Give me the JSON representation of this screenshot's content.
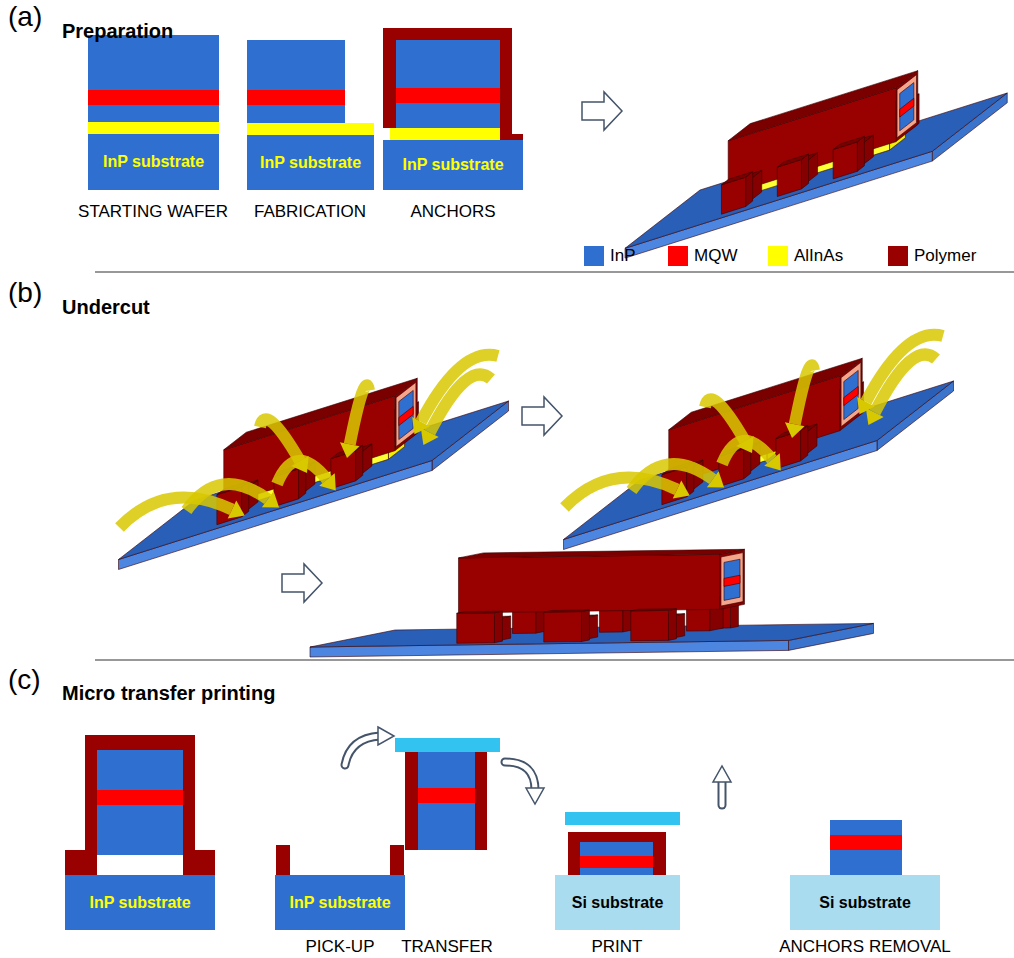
{
  "diagram": {
    "nodes": [
      {
        "text": [
          "InP substrate"
        ]
      },
      {
        "text": [
          "InP substrate"
        ]
      },
      {
        "text": [
          "InP substrate"
        ]
      },
      {
        "text": [
          "InP substrate"
        ]
      },
      {
        "text": [
          "InP substrate"
        ]
      },
      {
        "text": [
          "Si substrate"
        ]
      },
      {
        "text": [
          "Si substrate"
        ]
      }
    ],
    "labels": [
      "(a)",
      "Preparation",
      "STARTING WAFER",
      "FABRICATION",
      "ANCHORS",
      "(b)",
      "Undercut",
      "(c)",
      "Micro transfer printing",
      "PICK-UP",
      "TRANSFER",
      "PRINT",
      "ANCHORS REMOVAL"
    ],
    "legend": [
      {
        "text": "InP",
        "color": "#2e6fd0"
      },
      {
        "text": "MQW",
        "color": "#ff0000"
      },
      {
        "text": "AlInAs",
        "color": "#ffff00"
      },
      {
        "text": "Polymer",
        "color": "#990000"
      }
    ]
  }
}
